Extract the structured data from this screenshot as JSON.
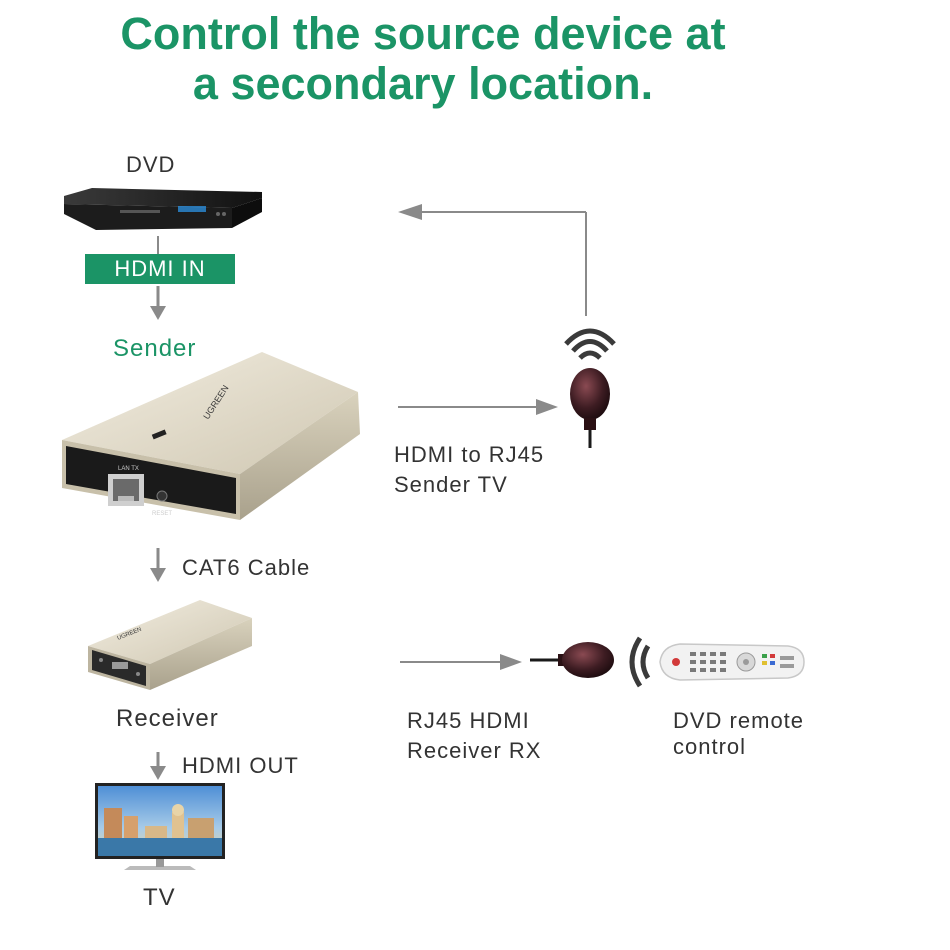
{
  "title": {
    "line1": "Control the source device at",
    "line2": "a secondary location."
  },
  "labels": {
    "dvd": "DVD",
    "hdmi_in": "HDMI IN",
    "sender": "Sender",
    "sender_tv_line1": "HDMI to RJ45",
    "sender_tv_line2": "Sender TV",
    "cat6": "CAT6 Cable",
    "receiver": "Receiver",
    "receiver_rx_line1": "RJ45 HDMI",
    "receiver_rx_line2": "Receiver RX",
    "remote_line1": "DVD remote",
    "remote_line2": "control",
    "hdmi_out": "HDMI OUT",
    "tv": "TV"
  },
  "device_text": {
    "ugreen": "UGREEN",
    "lan_tx": "LAN TX",
    "reset": "RESET"
  },
  "colors": {
    "brand_green": "#1b9466",
    "arrow_gray": "#8a8a8a",
    "text_dark": "#333333"
  },
  "icons": [
    "dvd-player-icon",
    "sender-box-icon",
    "receiver-box-icon",
    "tv-icon",
    "ir-emitter-icon",
    "ir-receiver-icon",
    "wifi-signal-icon",
    "remote-control-icon"
  ]
}
